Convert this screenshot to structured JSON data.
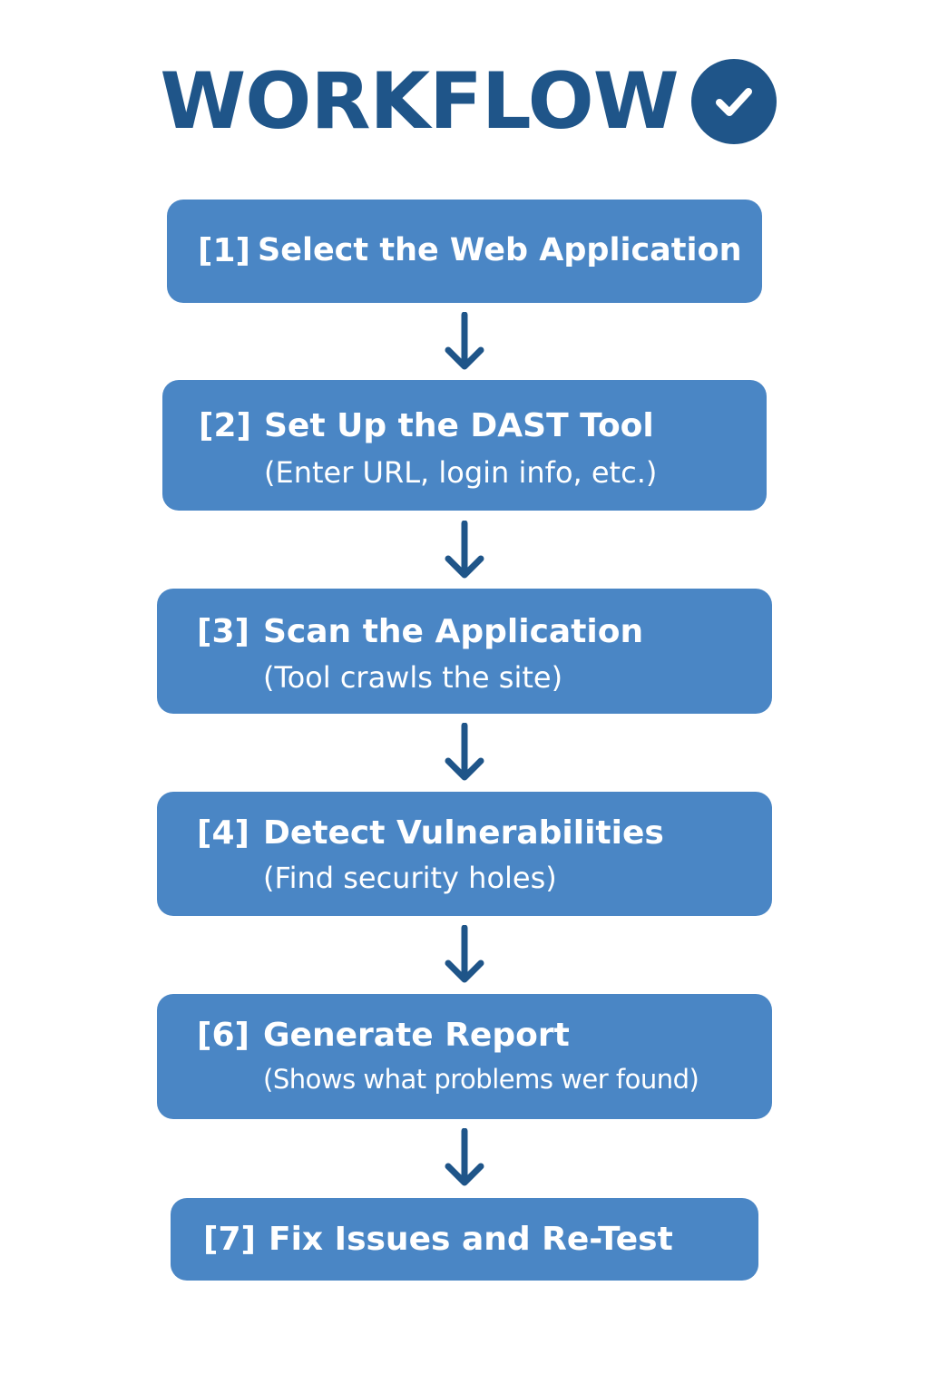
{
  "title": "WORKFLOW",
  "icons": {
    "title_badge": "check-circle-icon",
    "connector": "arrow-down-icon"
  },
  "colors": {
    "title": "#1f5589",
    "box": "#4a86c5",
    "arrow": "#1f5589",
    "box_text": "#ffffff"
  },
  "steps": [
    {
      "number": "[1]",
      "label": "Select the Web Application",
      "detail": ""
    },
    {
      "number": "[2]",
      "label": "Set Up the DAST Tool",
      "detail": "(Enter URL, login info, etc.)"
    },
    {
      "number": "[3]",
      "label": "Scan the Application",
      "detail": "(Tool crawls the site)"
    },
    {
      "number": "[4]",
      "label": "Detect Vulnerabilities",
      "detail": "(Find security holes)"
    },
    {
      "number": "[6]",
      "label": "Generate Report",
      "detail": "(Shows what problems wer found)"
    },
    {
      "number": "[7]",
      "label": "Fix Issues and Re-Test",
      "detail": ""
    }
  ]
}
